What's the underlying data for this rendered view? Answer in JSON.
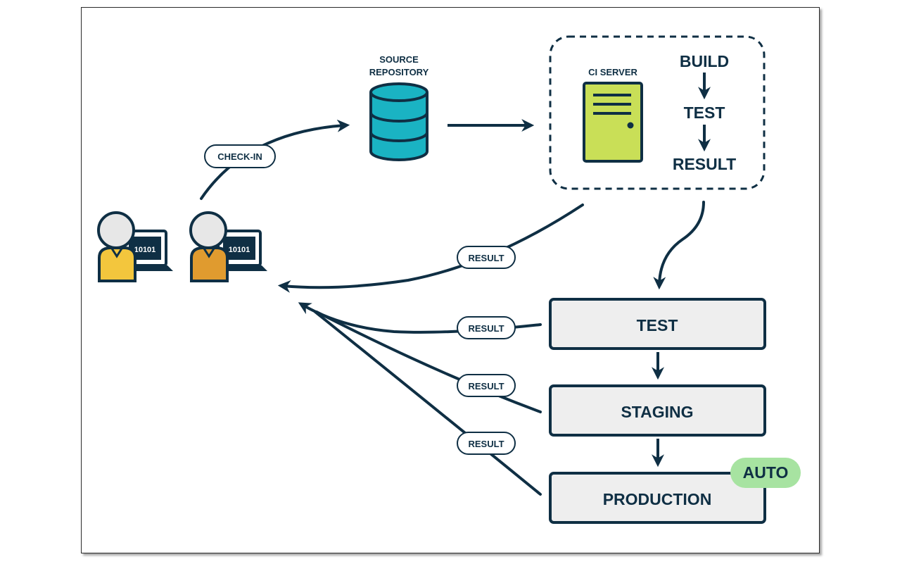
{
  "colors": {
    "navy": "#0f2f44",
    "database": "#1ab3c3",
    "server": "#c9df57",
    "developer_shirt_1": "#f3c63d",
    "developer_shirt_2": "#e09b2f",
    "stage_fill": "#eeeeee",
    "auto_badge": "#a7e3a1"
  },
  "repository": {
    "line1": "SOURCE",
    "line2": "REPOSITORY",
    "icon": "database-icon"
  },
  "ci_server": {
    "label": "CI SERVER",
    "icon": "server-icon",
    "steps": [
      "BUILD",
      "TEST",
      "RESULT"
    ]
  },
  "check_in_label": "CHECK-IN",
  "result_label": "RESULT",
  "developers": [
    {
      "screen_text": "10101",
      "icon": "developer-laptop-icon"
    },
    {
      "screen_text": "10101",
      "icon": "developer-laptop-icon"
    }
  ],
  "stages": [
    "TEST",
    "STAGING",
    "PRODUCTION"
  ],
  "auto_badge": "AUTO"
}
